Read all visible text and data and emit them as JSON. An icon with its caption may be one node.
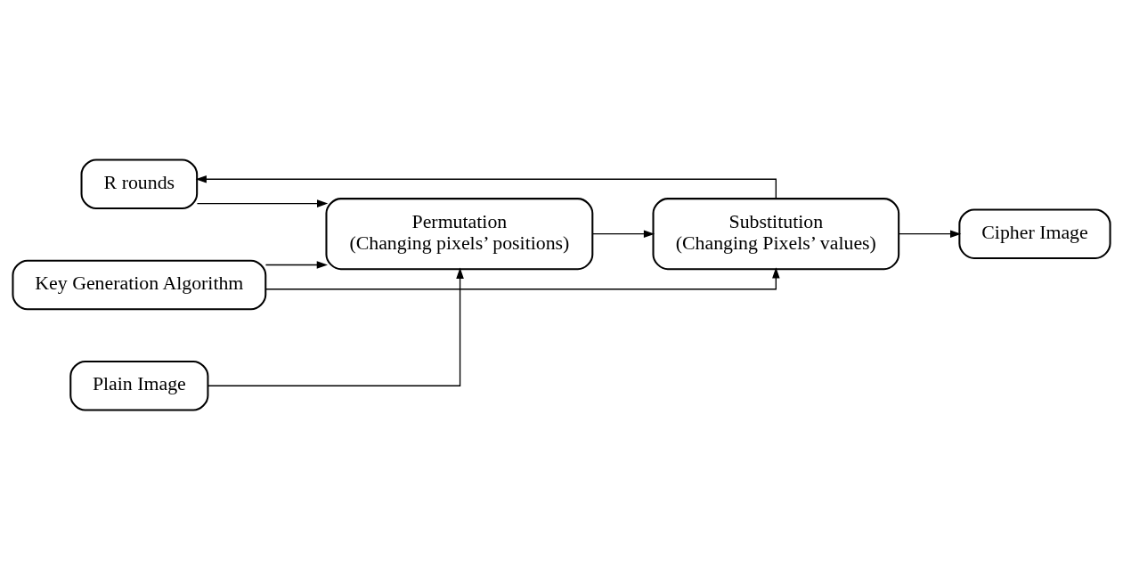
{
  "diagram": {
    "nodes": [
      {
        "text": [
          "R rounds"
        ]
      },
      {
        "text": [
          "Plain Image"
        ]
      },
      {
        "text": [
          "Permutation",
          "(Changing pixels’ positions)"
        ]
      },
      {
        "text": [
          "Substitution",
          "(Changing Pixels’ values)"
        ]
      },
      {
        "text": [
          "Cipher Image"
        ]
      },
      {
        "text": [
          "Key Generation Algorithm"
        ]
      }
    ],
    "edges": [
      {
        "from": 1,
        "to": 2,
        "arrow": "to"
      },
      {
        "from": 2,
        "to": 3,
        "arrow": "to"
      },
      {
        "from": 3,
        "to": 4,
        "arrow": "to"
      },
      {
        "from": 3,
        "to": 0,
        "arrow": "to"
      },
      {
        "from": 0,
        "to": 2,
        "arrow": "to"
      },
      {
        "from": 5,
        "to": 2,
        "arrow": "to"
      },
      {
        "from": 5,
        "to": 3,
        "arrow": "to"
      }
    ]
  }
}
